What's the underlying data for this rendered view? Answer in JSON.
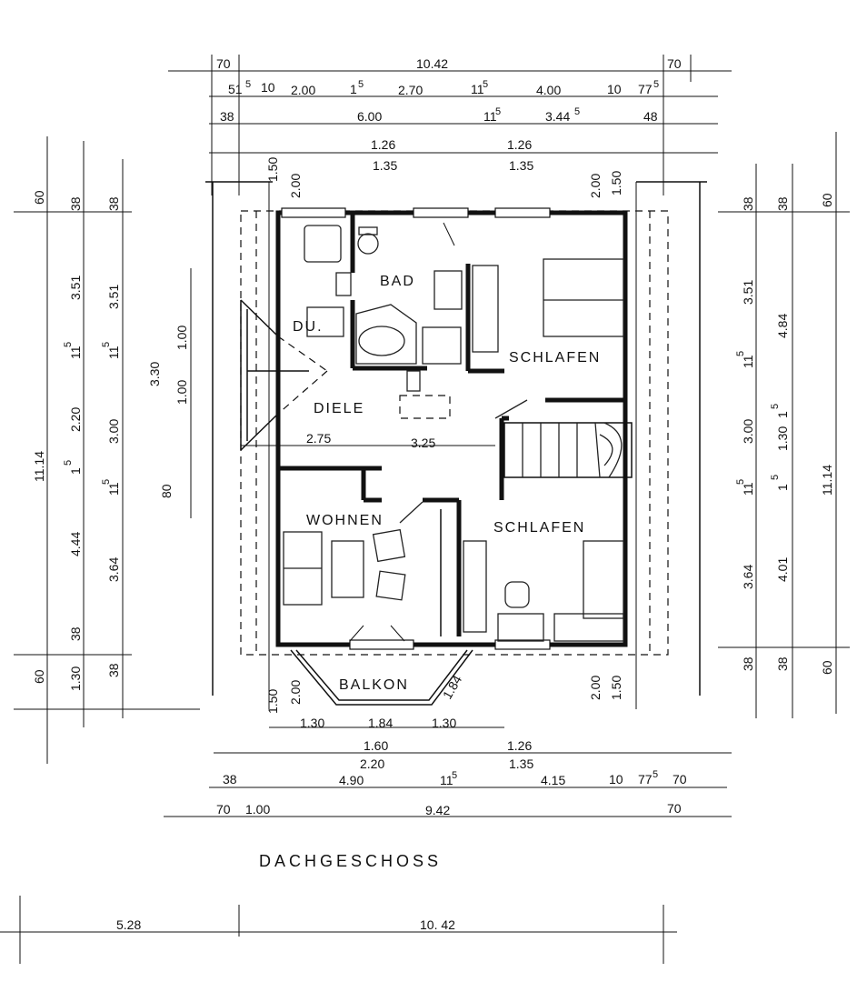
{
  "drawing": {
    "title": "DACHGESCHOSS"
  },
  "rooms": {
    "bad": "BAD",
    "du": "DU.",
    "schlafen_top": "SCHLAFEN",
    "diele": "DIELE",
    "wohnen": "WOHNEN",
    "schlafen_bottom": "SCHLAFEN",
    "balkon": "BALKON"
  },
  "dims": {
    "top": {
      "r1": [
        "70",
        "10.42",
        "70"
      ],
      "r2": [
        "51",
        "5",
        "10",
        "2.00",
        "1",
        "5",
        "2.70",
        "11",
        "5",
        "4.00",
        "10",
        "77",
        "5"
      ],
      "r3": [
        "38",
        "6.00",
        "11",
        "5",
        "3.44",
        "5",
        "48"
      ],
      "r4": [
        "1.26",
        "1.35",
        "1.26",
        "1.35"
      ],
      "vert": [
        "1.50",
        "2.00",
        "2.00",
        "1.50"
      ]
    },
    "left": {
      "outer": [
        "60",
        "38",
        "38",
        "3.51",
        "3.51",
        "11",
        "5",
        "11",
        "5",
        "2.20",
        "3.00",
        "11.14",
        "1",
        "5",
        "11",
        "5",
        "4.44",
        "3.64",
        "38",
        "60",
        "1.30",
        "38"
      ],
      "inner": [
        "1.00",
        "3.30",
        "1.00",
        "80"
      ]
    },
    "right": [
      "38",
      "38",
      "60",
      "3.51",
      "4.84",
      "11",
      "5",
      "1",
      "5",
      "3.00",
      "1.30",
      "11.14",
      "11",
      "5",
      "1",
      "5",
      "3.64",
      "4.01",
      "38",
      "38",
      "60"
    ],
    "mid": [
      "2.75",
      "3.25"
    ],
    "balkon_side": "1.84",
    "bottom": {
      "vert": [
        "1.50",
        "2.00",
        "2.00",
        "1.50"
      ],
      "r1": [
        "1.30",
        "1.84",
        "1.30"
      ],
      "r2": [
        "1.60",
        "2.20",
        "1.26",
        "1.35"
      ],
      "r3": [
        "38",
        "4.90",
        "11",
        "5",
        "4.15",
        "10",
        "77",
        "5",
        "70"
      ],
      "r4": [
        "70",
        "1.00",
        "9.42",
        "70"
      ],
      "r5": [
        "5.28",
        "10. 42"
      ]
    }
  }
}
